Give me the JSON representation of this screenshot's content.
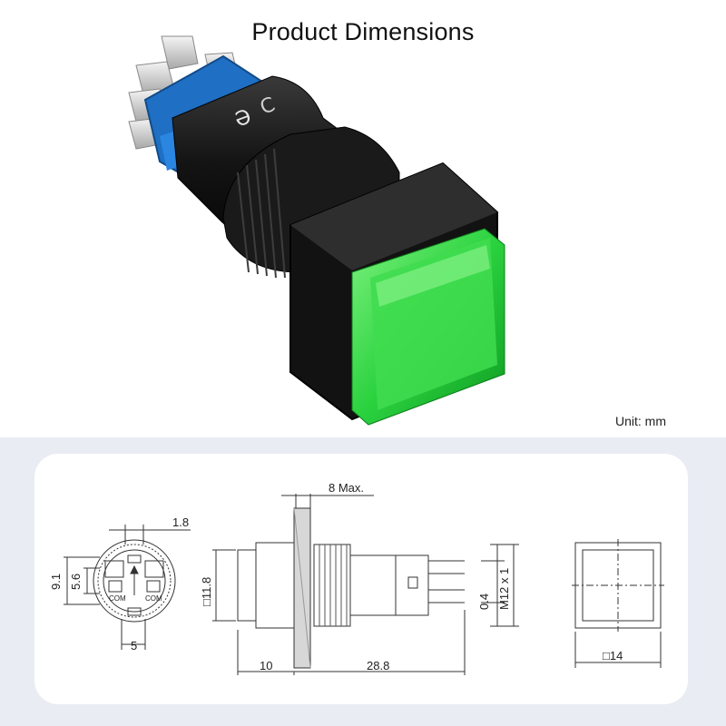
{
  "title": "Product Dimensions",
  "unit_label": "Unit: mm",
  "dimensions": {
    "max_thickness": "8 Max.",
    "pin_width": "1.8",
    "pin_span_outer": "9.1",
    "pin_span_inner": "5.6",
    "pin_spacing": "5",
    "body_square": "□11.8",
    "cap_length": "10",
    "body_length": "28.8",
    "terminal_thickness": "0.4",
    "thread": "M12 x 1",
    "front_square": "□14"
  },
  "terminal_labels": {
    "com_left": "COM",
    "com_right": "COM"
  },
  "colors": {
    "cap_green": "#22c83a",
    "body_black": "#1b1b1b",
    "base_blue": "#1f6fc4",
    "background": "#e9ecf3"
  }
}
